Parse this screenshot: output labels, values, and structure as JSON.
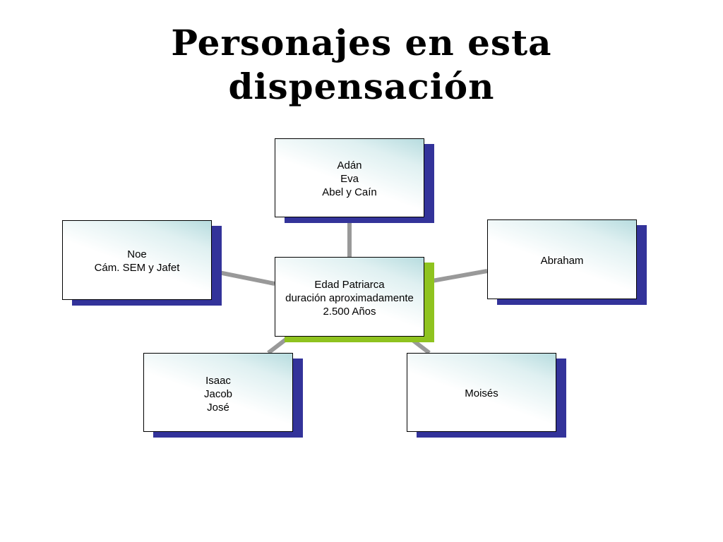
{
  "title": {
    "line1": "Personajes en esta",
    "line2": "dispensación"
  },
  "colors": {
    "outer_shadow": "#33339a",
    "center_shadow": "#8fc31f",
    "connector": "#999999",
    "box_gradient_accent": "#b7dcdf"
  },
  "center": {
    "lines": [
      "Edad Patriarca",
      "duración aproximadamente",
      "2.500 Años"
    ]
  },
  "nodes": {
    "top": {
      "lines": [
        "Adán",
        "Eva",
        "Abel y Caín"
      ]
    },
    "left": {
      "lines": [
        "Noe",
        "Cám. SEM y Jafet"
      ]
    },
    "right": {
      "lines": [
        "Abraham"
      ]
    },
    "bottom_left": {
      "lines": [
        "Isaac",
        "Jacob",
        "José"
      ]
    },
    "bottom_right": {
      "lines": [
        "Moisés"
      ]
    }
  }
}
